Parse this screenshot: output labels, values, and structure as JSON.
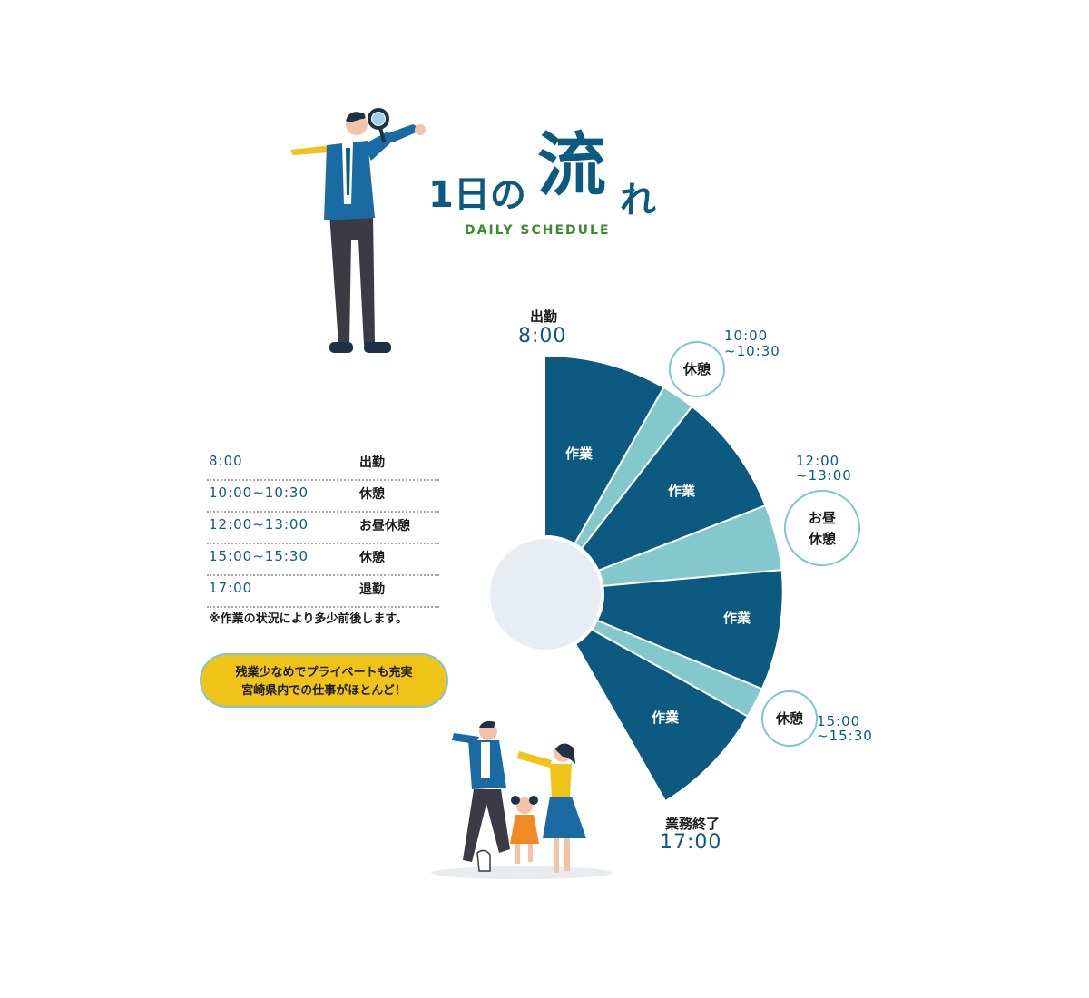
{
  "title": {
    "prefix": "1日の",
    "big": "流",
    "suffix": "れ",
    "subtitle": "DAILY SCHEDULE"
  },
  "start": {
    "label": "出勤",
    "time": "8:00"
  },
  "end": {
    "label": "業務終了",
    "time": "17:00"
  },
  "segments": {
    "work1": "作業",
    "work2": "作業",
    "work3": "作業",
    "work4": "作業"
  },
  "breaks": {
    "break1": {
      "label": "休憩",
      "time_start": "10:00",
      "time_end": "~10:30"
    },
    "lunch": {
      "label_line1": "お昼",
      "label_line2": "休憩",
      "time_start": "12:00",
      "time_end": "~13:00"
    },
    "break2": {
      "label": "休憩",
      "time_start": "15:00",
      "time_end": "~15:30"
    }
  },
  "schedule": [
    {
      "time": "8:00",
      "label": "出勤"
    },
    {
      "time": "10:00~10:30",
      "label": "休憩"
    },
    {
      "time": "12:00~13:00",
      "label": "お昼休憩"
    },
    {
      "time": "15:00~15:30",
      "label": "休憩"
    },
    {
      "time": "17:00",
      "label": "退勤"
    }
  ],
  "note": "※作業の状況により多少前後します。",
  "banner": {
    "line1": "残業少なめでプライベートも充実",
    "line2": "宮崎県内での仕事がほとんど！"
  },
  "colors": {
    "work": "#0c5a80",
    "break": "#84c7cd",
    "hub": "#e8edf2",
    "banner": "#f0c318",
    "accent_green": "#3e8a32"
  }
}
